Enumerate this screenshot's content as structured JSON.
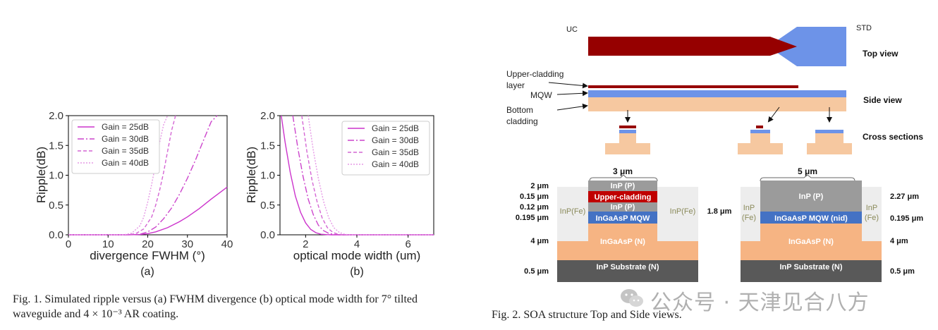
{
  "fig1": {
    "caption": "Fig. 1.   Simulated ripple versus (a) FWHM divergence (b) optical mode width for 7° tilted waveguide and 4 × 10⁻³ AR coating.",
    "sublabels": [
      "(a)",
      "(b)"
    ]
  },
  "chart_data": [
    {
      "type": "line",
      "xlabel": "divergence FWHM (°)",
      "ylabel": "Ripple(dB)",
      "xlim": [
        0,
        40
      ],
      "ylim": [
        0,
        2.0
      ],
      "xticks": [
        "0",
        "10",
        "20",
        "30",
        "40"
      ],
      "yticks": [
        "0.0",
        "0.5",
        "1.0",
        "1.5",
        "2.0"
      ],
      "legend_position": "top-left",
      "grid": false,
      "series": [
        {
          "name": "Gain = 25dB",
          "style": "solid",
          "x": [
            0,
            15,
            18,
            20,
            22,
            25,
            28,
            30,
            33,
            36,
            40
          ],
          "y": [
            0,
            0,
            0.005,
            0.02,
            0.05,
            0.12,
            0.22,
            0.3,
            0.44,
            0.6,
            0.8
          ]
        },
        {
          "name": "Gain = 30dB",
          "style": "dashdot",
          "x": [
            0,
            15,
            18,
            20,
            22,
            24,
            26,
            28,
            30,
            32,
            34,
            36,
            37.5
          ],
          "y": [
            0,
            0,
            0.01,
            0.05,
            0.13,
            0.27,
            0.45,
            0.68,
            0.95,
            1.25,
            1.58,
            1.9,
            2.0
          ]
        },
        {
          "name": "Gain = 35dB",
          "style": "dashed",
          "x": [
            0,
            15,
            17,
            19,
            21,
            22,
            23,
            24,
            25,
            26,
            27
          ],
          "y": [
            0,
            0,
            0.02,
            0.1,
            0.3,
            0.5,
            0.75,
            1.05,
            1.4,
            1.75,
            2.0
          ]
        },
        {
          "name": "Gain = 40dB",
          "style": "dotted",
          "x": [
            0,
            14,
            16,
            18,
            19,
            20,
            21,
            22,
            23,
            24,
            25
          ],
          "y": [
            0,
            0,
            0.03,
            0.15,
            0.3,
            0.55,
            0.85,
            1.2,
            1.55,
            1.85,
            2.0
          ]
        }
      ]
    },
    {
      "type": "line",
      "xlabel": "optical mode width (um)",
      "ylabel": "Ripple(dB)",
      "xlim": [
        1,
        7
      ],
      "ylim": [
        0,
        2.0
      ],
      "xticks": [
        "2",
        "4",
        "6"
      ],
      "yticks": [
        "0.0",
        "0.5",
        "1.0",
        "1.5",
        "2.0"
      ],
      "legend_position": "top-right",
      "grid": false,
      "series": [
        {
          "name": "Gain = 25dB",
          "style": "solid",
          "x": [
            1.05,
            1.2,
            1.4,
            1.6,
            1.8,
            2.0,
            2.2,
            2.4,
            2.6,
            2.8,
            3.0,
            7.0
          ],
          "y": [
            2.0,
            1.55,
            1.05,
            0.65,
            0.38,
            0.2,
            0.09,
            0.035,
            0.01,
            0.003,
            0,
            0
          ]
        },
        {
          "name": "Gain = 30dB",
          "style": "dashdot",
          "x": [
            1.5,
            1.7,
            1.9,
            2.1,
            2.3,
            2.5,
            2.7,
            2.9,
            3.1,
            3.3,
            7.0
          ],
          "y": [
            2.0,
            1.45,
            0.98,
            0.6,
            0.34,
            0.16,
            0.07,
            0.025,
            0.008,
            0,
            0
          ]
        },
        {
          "name": "Gain = 35dB",
          "style": "dashed",
          "x": [
            1.85,
            2.05,
            2.25,
            2.45,
            2.65,
            2.85,
            3.05,
            3.25,
            3.45,
            7.0
          ],
          "y": [
            2.0,
            1.4,
            0.92,
            0.55,
            0.28,
            0.12,
            0.045,
            0.012,
            0,
            0
          ]
        },
        {
          "name": "Gain = 40dB",
          "style": "dotted",
          "x": [
            2.1,
            2.3,
            2.5,
            2.7,
            2.9,
            3.1,
            3.3,
            3.5,
            3.7,
            7.0
          ],
          "y": [
            2.0,
            1.42,
            0.94,
            0.56,
            0.29,
            0.12,
            0.045,
            0.012,
            0,
            0
          ]
        }
      ]
    }
  ],
  "fig2": {
    "caption": "Fig. 2.   SOA structure Top and Side views.",
    "top": {
      "uc": "UC",
      "std": "STD",
      "top_view": "Top view",
      "side_view": "Side view",
      "cross_sections": "Cross sections"
    },
    "labels": {
      "upper_cladding_1": "Upper-cladding",
      "upper_cladding_2": "layer",
      "mqw": "MQW",
      "bottom_1": "Bottom",
      "bottom_2": "cladding"
    },
    "cross": {
      "w_left": "3 μm",
      "w_right": "5 μm",
      "left_thick": [
        "2 μm",
        "0.15 μm",
        "0.12 μm",
        "0.195 μm",
        "4 μm",
        "0.5 μm"
      ],
      "middle_thick": "1.8 μm",
      "right_thick": [
        "2.27 μm",
        "0.195 μm",
        "4 μm",
        "0.5 μm"
      ],
      "inp_p": "InP (P)",
      "upper_cladding": "Upper-cladding",
      "inp_p2": "InP (P)",
      "mqw_left": "InGaAsP MQW",
      "mqw_right": "InGaAsP MQW (nid)",
      "ingaasp_n": "InGaAsP (N)",
      "substrate": "InP Substrate (N)",
      "inp_fe": "InP(Fe)",
      "inp_fe_1": "InP",
      "inp_fe_2": "(Fe)"
    },
    "watermark": "公众号 · 天津见合八方"
  }
}
